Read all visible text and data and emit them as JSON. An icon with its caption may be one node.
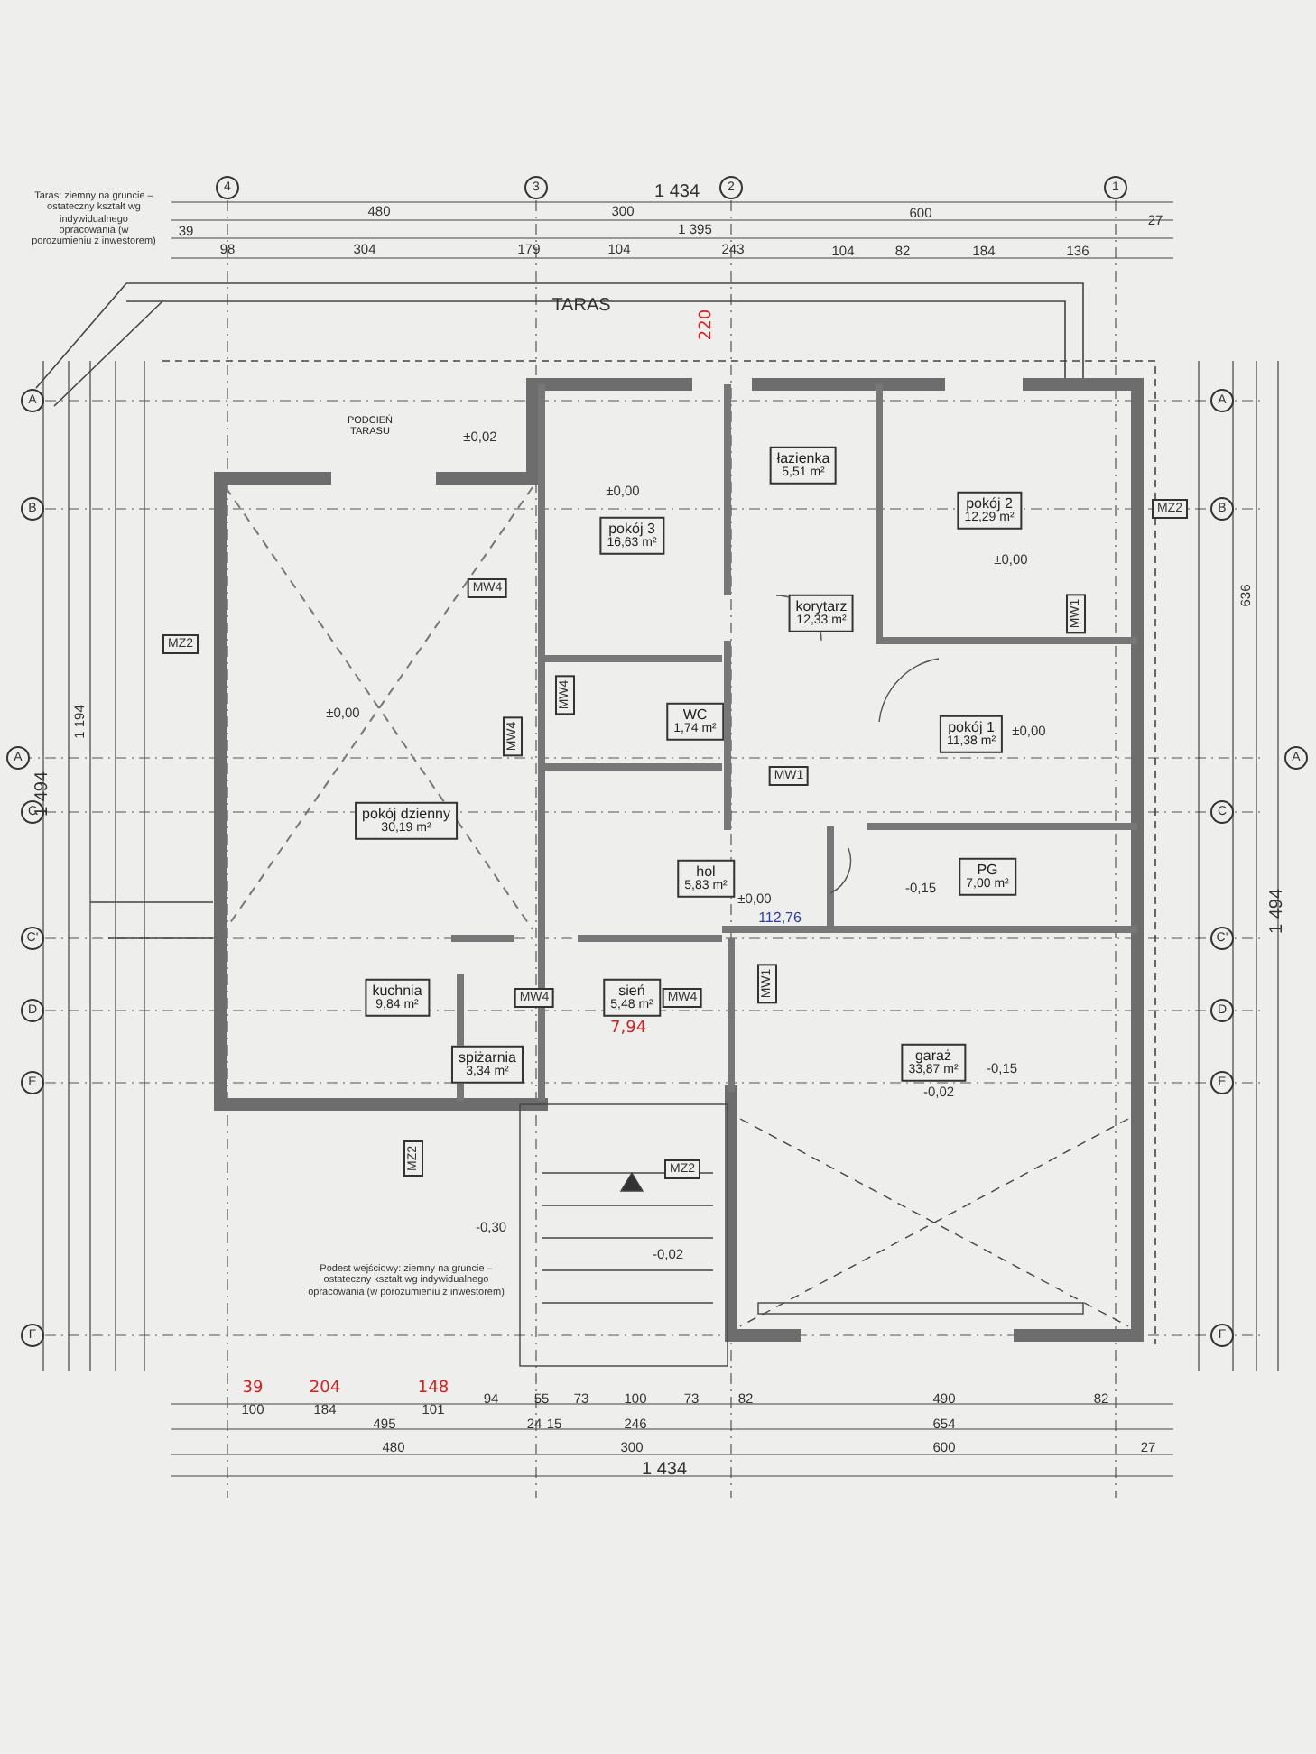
{
  "diagram": {
    "nodes": [
      {
        "text": [
          "PODCIEŃ TARASU"
        ]
      },
      {
        "text": [
          "pokój 3",
          "16,63 m²"
        ]
      },
      {
        "text": [
          "łazienka",
          "5,51 m²"
        ]
      },
      {
        "text": [
          "pokój 2",
          "12,29 m²"
        ]
      },
      {
        "text": [
          "korytarz",
          "12,33 m²"
        ]
      },
      {
        "text": [
          "WC",
          "1,74 m²"
        ]
      },
      {
        "text": [
          "pokój dzienny",
          "30,19 m²"
        ]
      },
      {
        "text": [
          "pokój 1",
          "11,38 m²"
        ]
      },
      {
        "text": [
          "hol",
          "5,83 m²"
        ]
      },
      {
        "text": [
          "PG",
          "7,00 m²"
        ]
      },
      {
        "text": [
          "kuchnia",
          "9,84 m²"
        ]
      },
      {
        "text": [
          "spiżarnia",
          "3,34 m²"
        ]
      },
      {
        "text": [
          "sień",
          "5,48 m²"
        ],
        "beside": [
          "7,94"
        ]
      },
      {
        "text": [
          "garaż",
          "33,87 m²"
        ]
      }
    ],
    "labels": [
      "4",
      "3",
      "2",
      "1",
      "1 434",
      "480",
      "300",
      "600",
      "27",
      "39",
      "1 395",
      "98",
      "304",
      "179",
      "104",
      "243",
      "104",
      "82",
      "184",
      "136",
      "Taras: ziemny na gruncie – ostateczny kształt wg indywidualnego opracowania (w porozumieniu z inwestorem)",
      "TARAS",
      "220",
      "A",
      "B",
      "A",
      "C",
      "C'",
      "D",
      "E",
      "F",
      "1 494",
      "1 194",
      "A",
      "B",
      "A",
      "C",
      "C'",
      "D",
      "E",
      "F",
      "636",
      "1 494",
      "MZ2",
      "MW4",
      "MW4",
      "MW4",
      "MW4",
      "MW4",
      "MZ2",
      "MW1",
      "MW1",
      "MW1",
      "MZ2",
      "MZ2",
      "±0,00",
      "±0,00",
      "±0,00",
      "±0,00",
      "±0,00",
      "±0,02",
      "-0,15",
      "-0,15",
      "-0,02",
      "-0,30",
      "-0,02",
      "112,76",
      "Podest wejściowy: ziemny na gruncie – ostateczny kształt wg indywidualnego opracowania (w porozumieniu z inwestorem)",
      "39",
      "204",
      "148",
      "100",
      "184",
      "101",
      "94",
      "55",
      "73",
      "100",
      "73",
      "82",
      "490",
      "82",
      "495",
      "24",
      "15",
      "246",
      "654",
      "480",
      "300",
      "600",
      "27",
      "1 434"
    ]
  }
}
